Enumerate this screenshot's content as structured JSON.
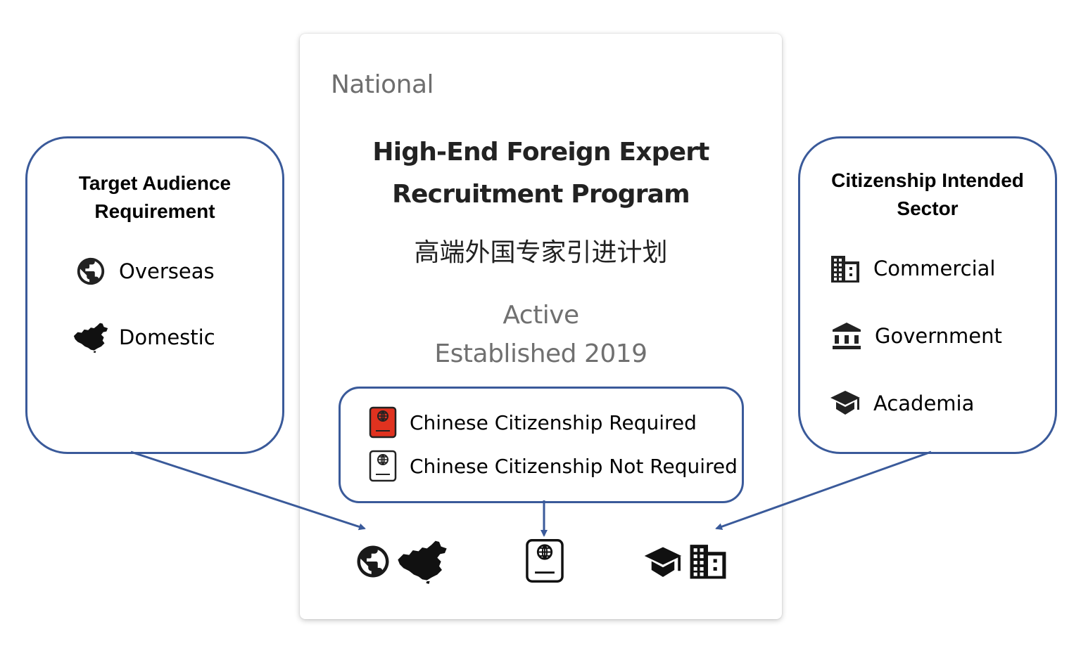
{
  "program": {
    "level": "National",
    "title_line1": "High-End Foreign Expert",
    "title_line2": "Recruitment Program",
    "title_cn": "高端外国专家引进计划",
    "status": "Active",
    "established": "Established 2019"
  },
  "target_audience": {
    "title_line1": "Target Audience",
    "title_line2": "Requirement",
    "items": [
      {
        "label": "Overseas",
        "icon": "globe-icon"
      },
      {
        "label": "Domestic",
        "icon": "china-map-icon"
      }
    ]
  },
  "sector": {
    "title_line1": "Citizenship Intended",
    "title_line2": "Sector",
    "items": [
      {
        "label": "Commercial",
        "icon": "building-icon"
      },
      {
        "label": "Government",
        "icon": "government-icon"
      },
      {
        "label": "Academia",
        "icon": "graduation-cap-icon"
      }
    ]
  },
  "citizenship_legend": {
    "items": [
      {
        "label": "Chinese Citizenship Required",
        "icon": "passport-red-icon"
      },
      {
        "label": "Chinese Citizenship Not Required",
        "icon": "passport-white-icon"
      }
    ]
  },
  "program_attributes": {
    "audience_icons": [
      "globe-icon",
      "china-map-icon"
    ],
    "citizenship_icon": "passport-white-icon",
    "sector_icons": [
      "graduation-cap-icon",
      "building-icon"
    ]
  },
  "colors": {
    "box_border": "#3a5a9a",
    "arrow": "#3a5a9a",
    "passport_red": "#e0321f",
    "muted_text": "#707070",
    "title_text": "#222222"
  }
}
